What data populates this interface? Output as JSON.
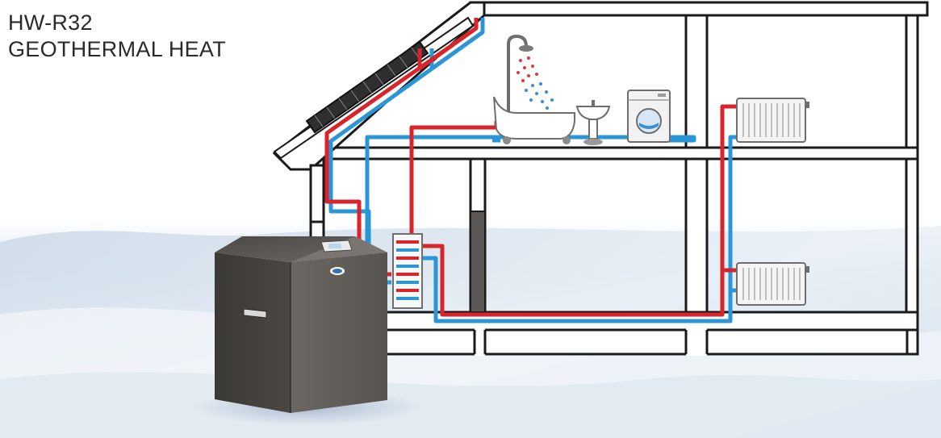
{
  "header": {
    "model": "HW-R32",
    "subtitle": "GEOTHERMAL HEAT"
  },
  "colors": {
    "hot_pipe": "#d8242a",
    "cold_pipe": "#2a96d6",
    "house_outline": "#1a1a1a",
    "unit_body": "#5a5550",
    "snow": "#e6eef6"
  },
  "icons": [
    "shower-icon",
    "bathtub-icon",
    "sink-icon",
    "washing-machine-icon",
    "radiator-icon",
    "solar-panel-icon",
    "heat-pump-unit",
    "buffer-tank"
  ]
}
